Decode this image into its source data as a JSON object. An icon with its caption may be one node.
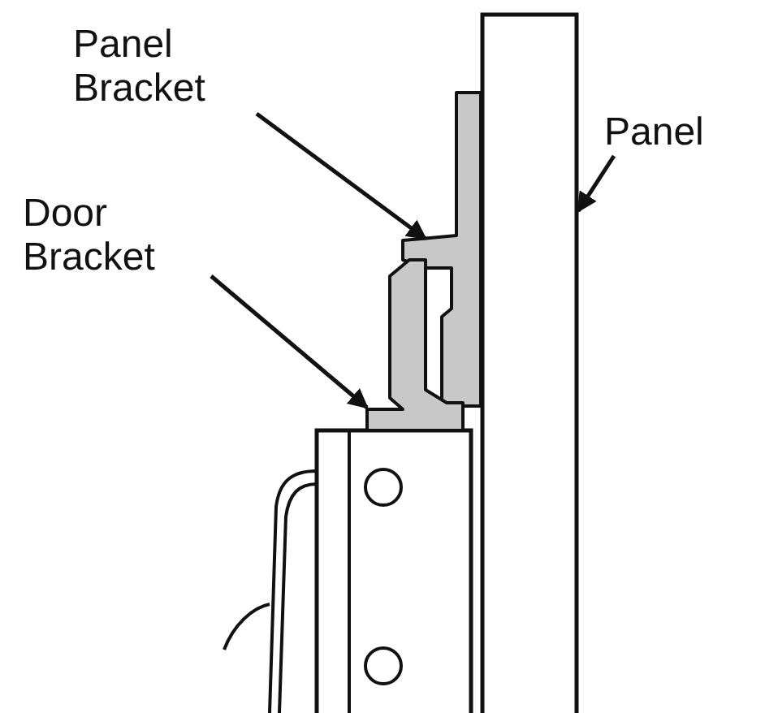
{
  "diagram": {
    "nodes": [
      {
        "text": [
          "Panel Bracket"
        ]
      },
      {
        "text": [],
        "shape": "bracket"
      },
      {
        "text": [
          "Panel"
        ]
      },
      {
        "text": [],
        "shape": "box"
      },
      {
        "text": [
          "Door Bracket"
        ]
      },
      {
        "text": [],
        "shape": "bracket"
      }
    ],
    "edges": [
      {
        "from": 0,
        "to": 1,
        "arrow": "to"
      },
      {
        "from": 2,
        "to": 3,
        "arrow": "to"
      },
      {
        "from": 4,
        "to": 5,
        "arrow": "to"
      }
    ]
  }
}
